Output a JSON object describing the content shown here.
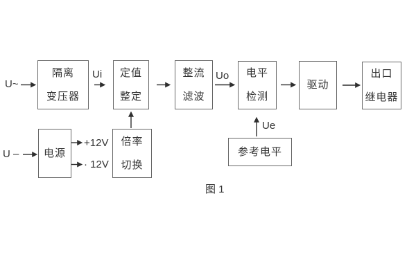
{
  "figure": {
    "caption": "图 1"
  },
  "blocks": {
    "isolation_transformer": {
      "line1": "隔离",
      "line2": "变压器"
    },
    "setting_adjust": {
      "line1": "定值",
      "line2": "整定"
    },
    "rectify_filter": {
      "line1": "整流",
      "line2": "滤波"
    },
    "level_detect": {
      "line1": "电平",
      "line2": "检测"
    },
    "driver": {
      "line1": "驱动",
      "line2": ""
    },
    "output_relay": {
      "line1": "出口",
      "line2": "继电器"
    },
    "power_supply": {
      "line1": "电源",
      "line2": ""
    },
    "ratio_switch": {
      "line1": "倍率",
      "line2": "切换"
    },
    "reference_level": {
      "line1": "参考电平",
      "line2": ""
    }
  },
  "signals": {
    "input_ac": "U~",
    "input_dc": "U –",
    "ui": "Ui",
    "uo": "Uo",
    "ue": "Ue",
    "plus_12v": "+12V",
    "minus_12v": "· 12V"
  },
  "colors": {
    "background": "#ffffff",
    "box_border": "#666666",
    "text": "#333333",
    "arrow": "#2f2f2f"
  }
}
